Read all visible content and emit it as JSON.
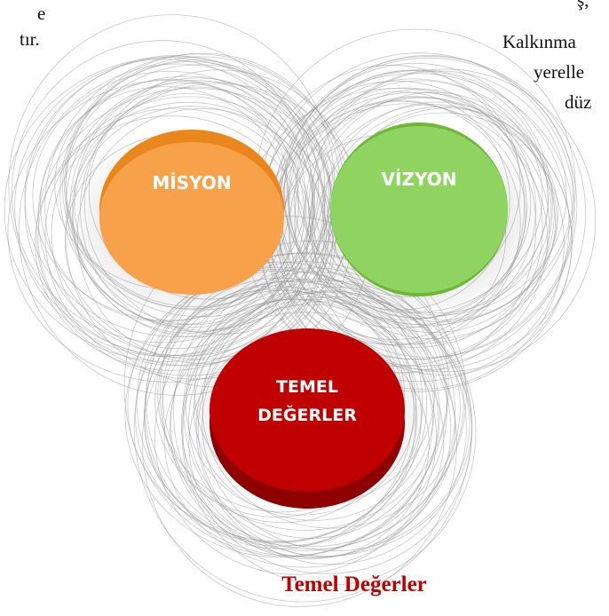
{
  "page_text": {
    "top_right_fragment": "ş,",
    "left_line_1": "e",
    "left_line_2": "tır.",
    "right_line_1": "Kalkınma",
    "right_line_2": "yerelle",
    "right_line_3": "düz"
  },
  "diagram": {
    "circles": [
      {
        "id": "mission",
        "label": "MİSYON",
        "color": "#f7a14a",
        "shade": "#e9861c"
      },
      {
        "id": "vision",
        "label": "VİZYON",
        "color": "#8fd460",
        "shade": "#6db836"
      },
      {
        "id": "values",
        "label_line_1": "TEMEL",
        "label_line_2": "DEĞERLER",
        "color": "#c00000",
        "shade": "#8e0000"
      }
    ]
  },
  "caption": "Temel Değerler"
}
